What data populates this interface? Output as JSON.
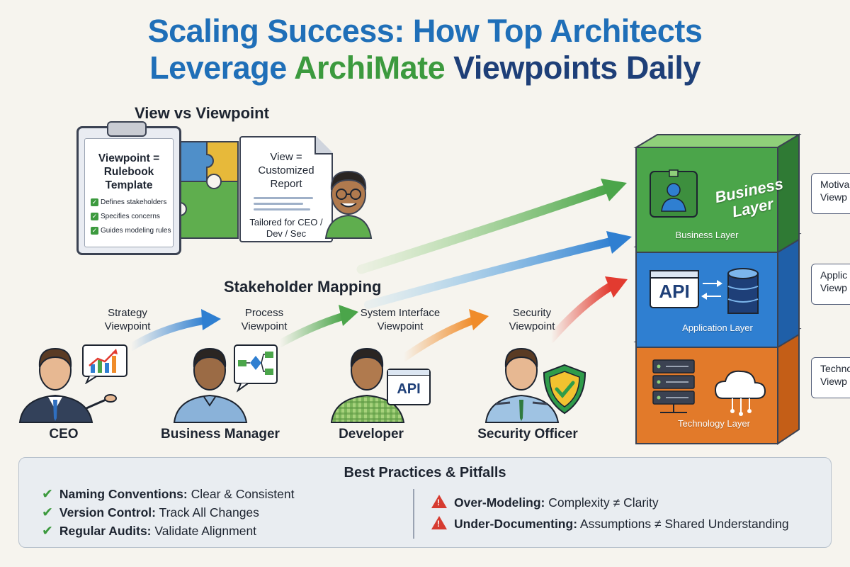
{
  "title": {
    "line1_a": "Scaling Success: How Top Architects",
    "line2_a": "Leverage ",
    "line2_b": "ArchiMate",
    "line2_c": " Viewpoints Daily"
  },
  "view_vs_viewpoint": {
    "heading": "View vs Viewpoint",
    "viewpoint_card": {
      "title": "Viewpoint = Rulebook Template",
      "checks": [
        "Defines stakeholders",
        "Specifies concerns",
        "Guides modeling rules"
      ]
    },
    "view_card": {
      "title": "View = Customized Report",
      "footer": "Tailored for CEO / Dev / Sec"
    }
  },
  "stakeholder_mapping": {
    "heading": "Stakeholder Mapping",
    "stakeholders": [
      {
        "role": "CEO",
        "viewpoint": "Strategy Viewpoint"
      },
      {
        "role": "Business Manager",
        "viewpoint": "Process Viewpoint"
      },
      {
        "role": "Developer",
        "viewpoint": "System Interface Viewpoint"
      },
      {
        "role": "Security Officer",
        "viewpoint": "Security Viewpoint"
      }
    ],
    "api_badge": "API"
  },
  "layers": {
    "business": {
      "face_text": "Business Layer",
      "caption": "Business Layer"
    },
    "application": {
      "face_text": "API",
      "caption": "Application Layer"
    },
    "technology": {
      "caption": "Technology Layer"
    }
  },
  "callouts": [
    "Motiva Viewp",
    "Applic Viewp",
    "Techno Viewp"
  ],
  "best_practices": {
    "heading": "Best Practices & Pitfalls",
    "practices": [
      {
        "term": "Naming Conventions:",
        "desc": " Clear & Consistent"
      },
      {
        "term": "Version Control:",
        "desc": " Track All Changes"
      },
      {
        "term": "Regular Audits:",
        "desc": " Validate Alignment"
      }
    ],
    "pitfalls": [
      {
        "term": "Over-Modeling:",
        "desc": " Complexity ≠ Clarity"
      },
      {
        "term": "Under-Documenting:",
        "desc": " Assumptions ≠ Shared Understanding"
      }
    ]
  },
  "colors": {
    "title_blue": "#1f6fb8",
    "title_navy": "#1e3f78",
    "title_green": "#3c9a3e",
    "business_green": "#4ba54a",
    "application_blue": "#2f7fd1",
    "technology_orange": "#e27a2a",
    "pitfall_red": "#d63b30"
  }
}
